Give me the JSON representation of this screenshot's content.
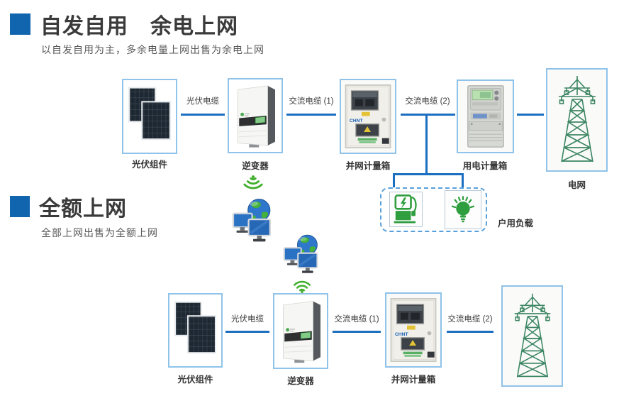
{
  "sections": {
    "surplus": {
      "title": "自发自用　余电上网",
      "subtitle": "以自发自用为主，多余电量上网出售为余电上网"
    },
    "full": {
      "title": "全额上网",
      "subtitle": "全部上网出售为全额上网"
    }
  },
  "flow_surplus": {
    "pv": "光伏组件",
    "inverter": "逆变器",
    "grid_meter": "并网计量箱",
    "cons_meter": "用电计量箱",
    "grid": "电网",
    "cable_pv": "光伏电缆",
    "cable_ac1": "交流电缆 (1)",
    "cable_ac2": "交流电缆 (2)",
    "load": "户用负载"
  },
  "flow_full": {
    "pv": "光伏组件",
    "inverter": "逆变器",
    "grid_meter": "并网计量箱",
    "cable_pv": "光伏电缆",
    "cable_ac1": "交流电缆 (1)",
    "cable_ac2": "交流电缆 (2)"
  },
  "icons": {
    "solar-panels-icon": "two overlapping dark PV panels",
    "inverter-icon": "white string inverter with green display",
    "grid-meter-icon": "white metering cabinet with CHNT logo",
    "consumption-meter-icon": "three-phase energy meter with green LCD",
    "power-tower-icon": "green lattice transmission tower",
    "ev-charger-icon": "green EV charging pile",
    "bulb-icon": "green glowing light bulb",
    "network-monitor-icon": "globe with two computer monitors",
    "wifi-icon": "green wireless signal"
  },
  "colors": {
    "accent_blue": "#1164ae",
    "line_blue": "#1b6fc0",
    "box_border": "#8fc3ea",
    "dashed_border": "#58a0dc",
    "icon_green": "#2f9e3f",
    "tower_green": "#3c8663"
  }
}
